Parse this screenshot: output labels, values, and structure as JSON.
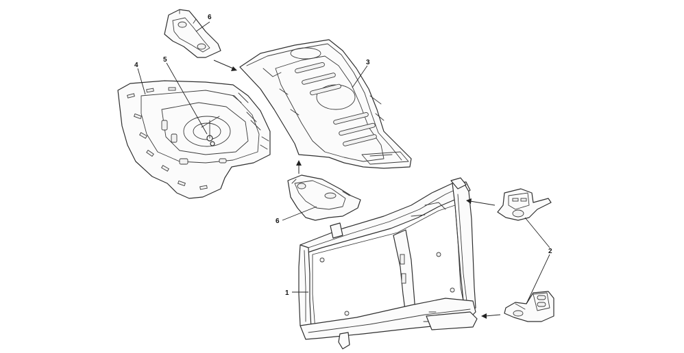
{
  "callouts": {
    "c1": "1",
    "c2": "2",
    "c3": "3",
    "c4": "4",
    "c5": "5",
    "c6_top": "6",
    "c6_mid": "6"
  },
  "colors": {
    "line": "#2e2e2e",
    "fill": "#fbfbfb",
    "background": "#ffffff"
  }
}
